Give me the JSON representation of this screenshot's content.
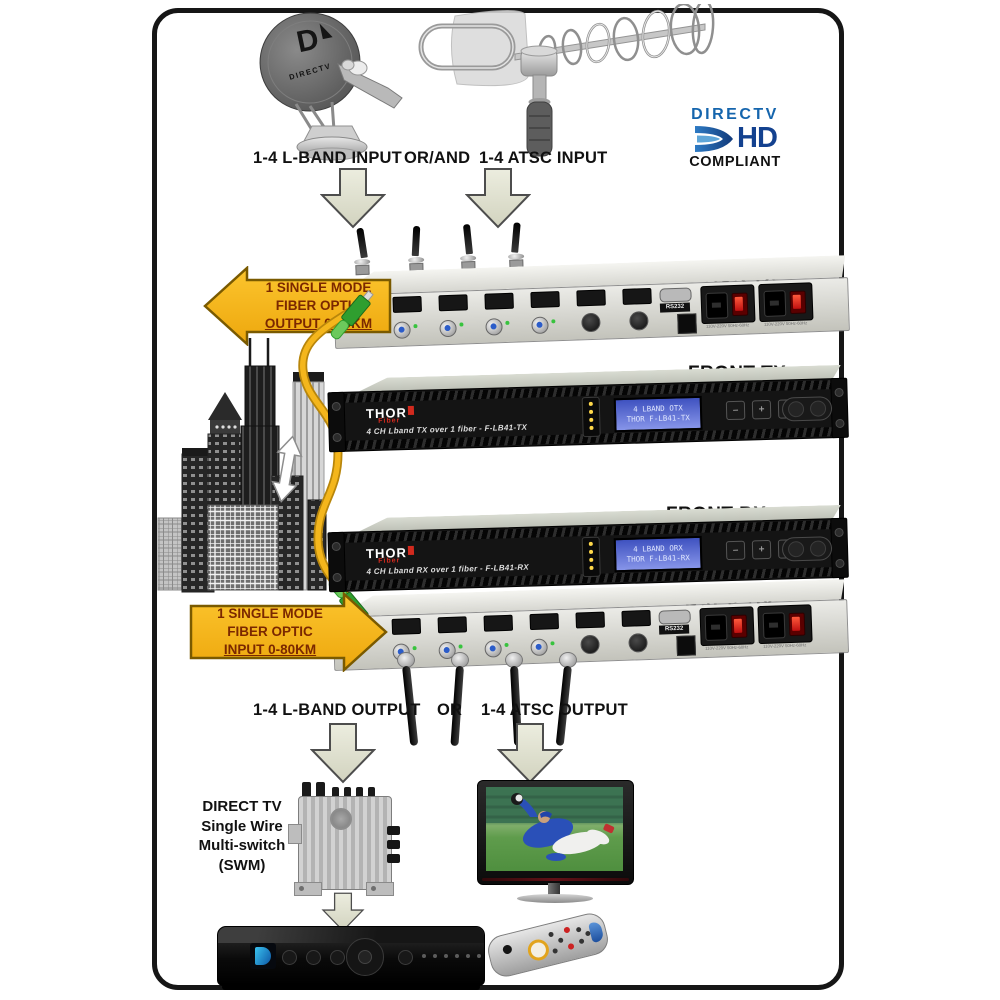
{
  "top": {
    "input_lband": "1-4 L-BAND INPUT",
    "input_orand": "OR/AND",
    "input_atsc": "1-4 ATSC INPUT",
    "logo": {
      "word": "DIRECTV",
      "hd": "HD",
      "compliant": "COMPLIANT"
    }
  },
  "fiber": {
    "tx_arrow": [
      "1 SINGLE MODE",
      "FIBER OPTIC",
      "OUTPUT 0-80KM"
    ],
    "rx_arrow": [
      "1 SINGLE MODE",
      "FIBER OPTIC",
      "INPUT 0-80KM"
    ]
  },
  "units": {
    "back_tx": {
      "label": "BACK TX",
      "rs232": "RS232",
      "power_caption": "110V-220V 50Hz-60Hz"
    },
    "front_tx": {
      "label": "FRONT TX",
      "brand": "THOR",
      "brand_sub": "Fiber",
      "model": "4 CH Lband TX over 1 fiber - F-LB41-TX",
      "lcd1": "4 LBAND OTX",
      "lcd2": "THOR F-LB41-TX",
      "btn_minus": "–",
      "btn_plus": "+"
    },
    "front_rx": {
      "label": "FRONT RX",
      "brand": "THOR",
      "brand_sub": "Fiber",
      "model": "4 CH Lband RX over 1 fiber - F-LB41-RX",
      "lcd1": "4 LBAND ORX",
      "lcd2": "THOR F-LB41-RX",
      "btn_minus": "–",
      "btn_plus": "+"
    },
    "back_rx": {
      "label": "BACK RX",
      "rs232": "RS232",
      "power_caption": "110V-220V 50Hz-60Hz"
    }
  },
  "bottom": {
    "out_lband": "1-4 L-BAND OUTPUT",
    "out_or": "OR",
    "out_atsc": "1-4 ATSC OUTPUT",
    "swm": [
      "DIRECT TV",
      "Single Wire",
      "Multi-switch",
      "(SWM)"
    ]
  },
  "colors": {
    "fiber_yellow": "#f4b61c",
    "connector_green": "#3aa63a",
    "arrow_beige": "#e3e4d4",
    "lcd_blue": "#4053c2",
    "directv_blue": "#1565ad",
    "hd_navy": "#13418f",
    "switch_red": "#c01010"
  }
}
